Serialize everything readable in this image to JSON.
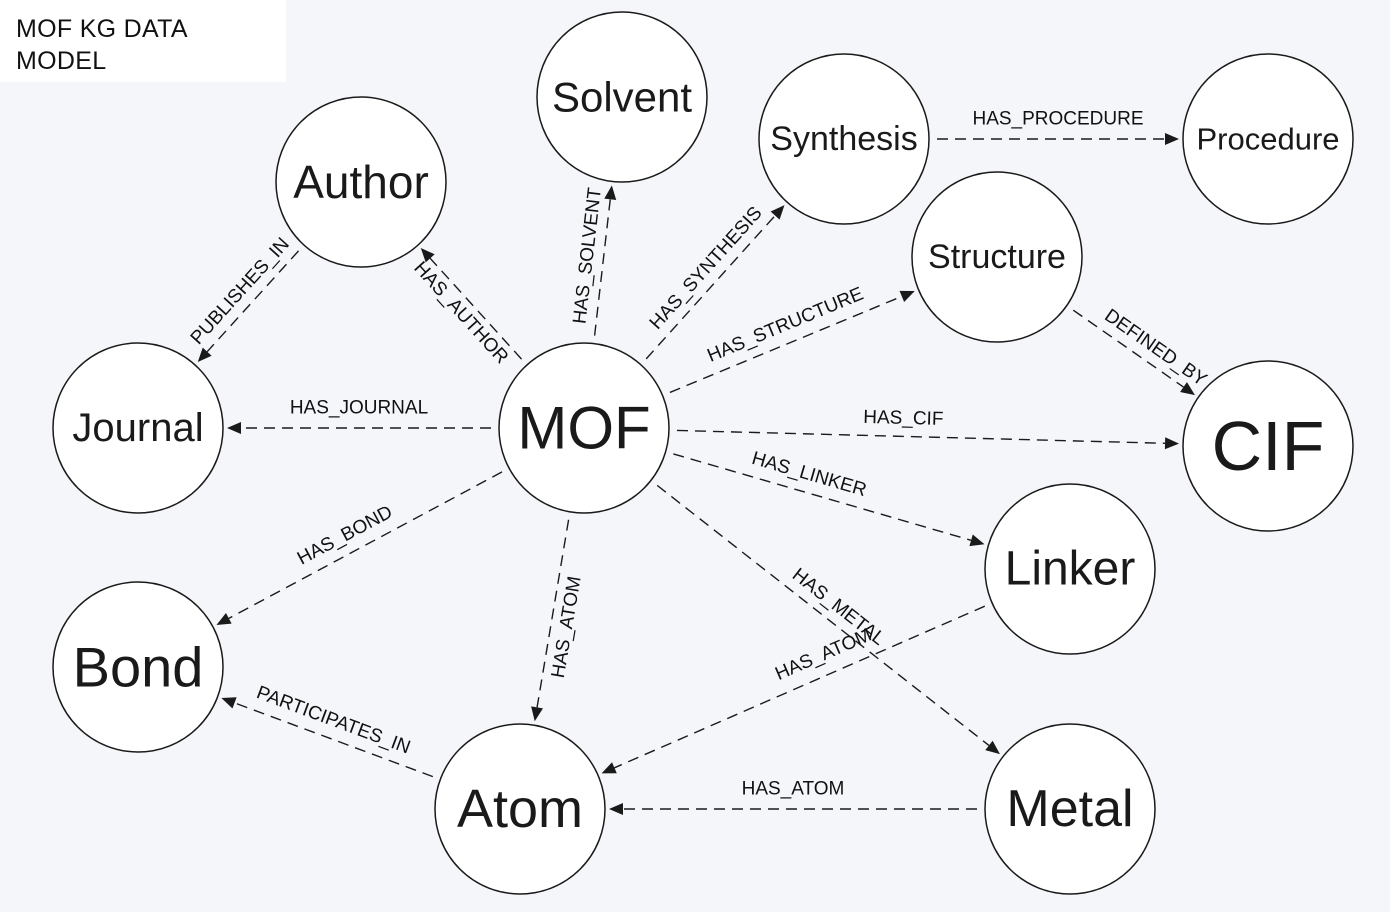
{
  "title": {
    "line1": "MOF KG DATA",
    "line2": "MODEL"
  },
  "nodes": [
    {
      "id": "author",
      "label": "Author"
    },
    {
      "id": "solvent",
      "label": "Solvent"
    },
    {
      "id": "synthesis",
      "label": "Synthesis"
    },
    {
      "id": "procedure",
      "label": "Procedure"
    },
    {
      "id": "structure",
      "label": "Structure"
    },
    {
      "id": "journal",
      "label": "Journal"
    },
    {
      "id": "mof",
      "label": "MOF"
    },
    {
      "id": "cif",
      "label": "CIF"
    },
    {
      "id": "linker",
      "label": "Linker"
    },
    {
      "id": "bond",
      "label": "Bond"
    },
    {
      "id": "atom",
      "label": "Atom"
    },
    {
      "id": "metal",
      "label": "Metal"
    }
  ],
  "edges": [
    {
      "from": "mof",
      "to": "author",
      "label": "HAS_AUTHOR"
    },
    {
      "from": "mof",
      "to": "solvent",
      "label": "HAS_SOLVENT"
    },
    {
      "from": "mof",
      "to": "synthesis",
      "label": "HAS_SYNTHESIS"
    },
    {
      "from": "synthesis",
      "to": "procedure",
      "label": "HAS_PROCEDURE"
    },
    {
      "from": "mof",
      "to": "structure",
      "label": "HAS_STRUCTURE"
    },
    {
      "from": "structure",
      "to": "cif",
      "label": "DEFINED_BY"
    },
    {
      "from": "author",
      "to": "journal",
      "label": "PUBLISHES_IN"
    },
    {
      "from": "mof",
      "to": "journal",
      "label": "HAS_JOURNAL"
    },
    {
      "from": "mof",
      "to": "cif",
      "label": "HAS_CIF"
    },
    {
      "from": "mof",
      "to": "linker",
      "label": "HAS_LINKER"
    },
    {
      "from": "mof",
      "to": "bond",
      "label": "HAS_BOND"
    },
    {
      "from": "mof",
      "to": "atom",
      "label": "HAS_ATOM"
    },
    {
      "from": "mof",
      "to": "metal",
      "label": "HAS_METAL"
    },
    {
      "from": "linker",
      "to": "atom",
      "label": "HAS_ATOM"
    },
    {
      "from": "metal",
      "to": "atom",
      "label": "HAS_ATOM"
    },
    {
      "from": "atom",
      "to": "bond",
      "label": "PARTICIPATES_IN"
    }
  ]
}
